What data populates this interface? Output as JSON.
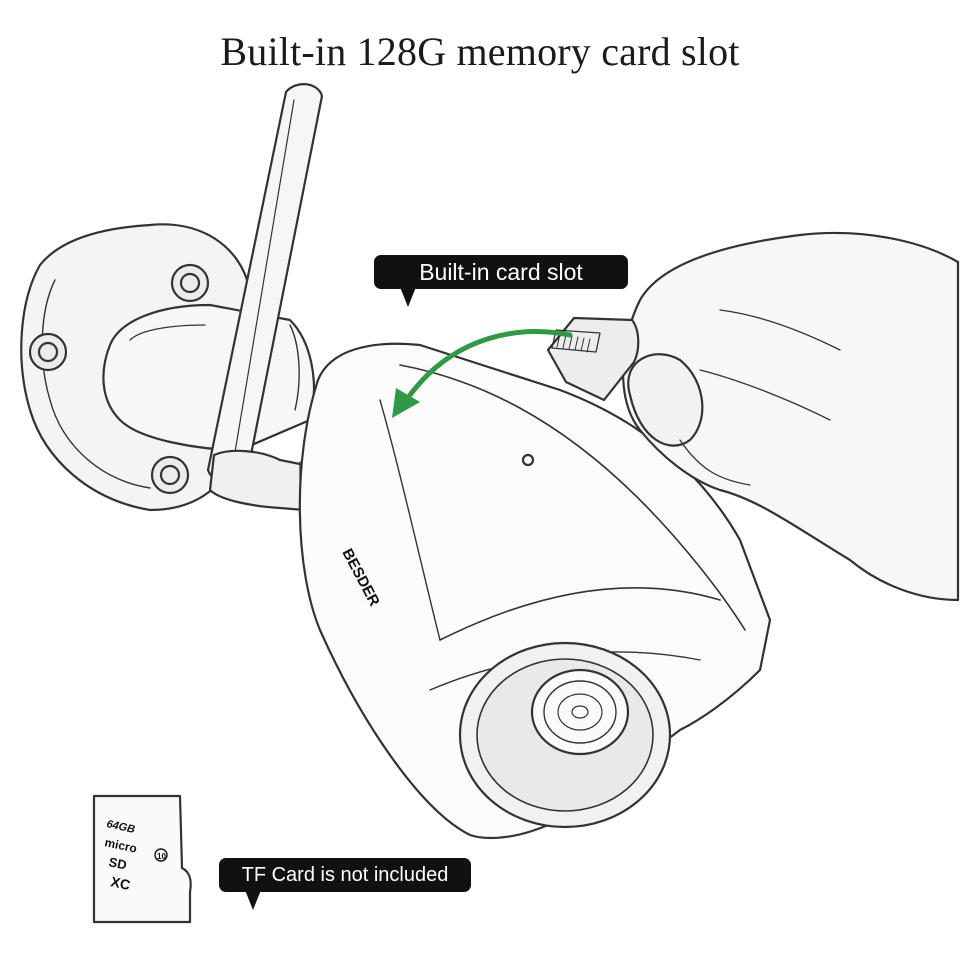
{
  "title": "Built-in 128G memory card slot",
  "callouts": {
    "card_slot": "Built-in card slot",
    "tf_card": "TF Card is not included"
  },
  "camera": {
    "brand": "BESDER"
  },
  "sd_card": {
    "capacity": "64GB",
    "type": "micro SD XC",
    "class": "10"
  },
  "colors": {
    "arrow": "#2e9a43",
    "callout_bg": "#111111",
    "callout_text": "#ffffff"
  },
  "icons": {
    "insert_arrow": "curved-arrow-icon"
  }
}
